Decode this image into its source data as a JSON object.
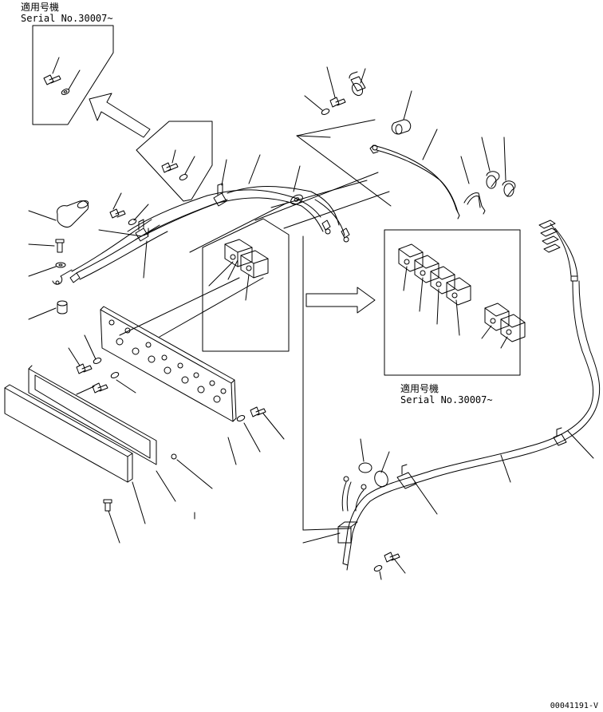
{
  "labels": {
    "applicable_1": "適用号機",
    "serial_1": "Serial No.30007~",
    "applicable_2": "適用号機",
    "serial_2": "Serial No.30007~"
  },
  "drawing_code": "00041191-V",
  "colors": {
    "ink": "#000000",
    "paper": "#ffffff"
  }
}
